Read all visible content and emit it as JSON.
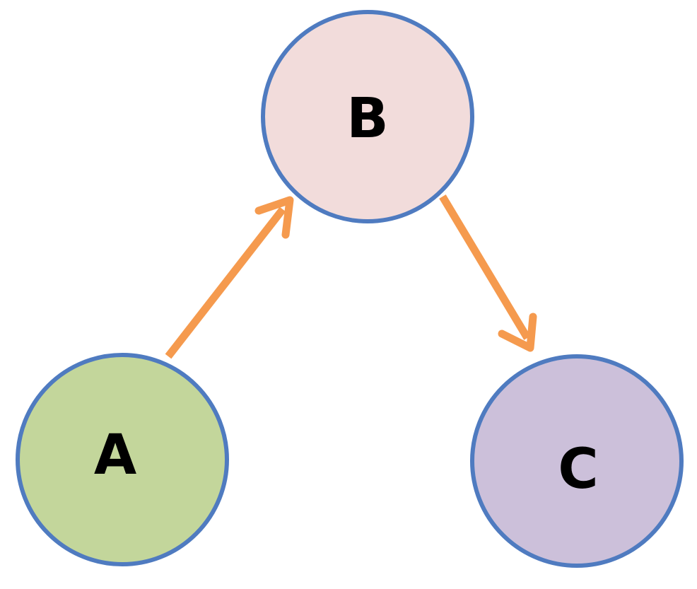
{
  "colors": {
    "node_border": "#4f7bc0",
    "edge": "#f59a4e",
    "label": "#000000"
  },
  "nodes": [
    {
      "id": "a",
      "label": "A",
      "fill": "#c3d69b"
    },
    {
      "id": "b",
      "label": "B",
      "fill": "#f2dcdb"
    },
    {
      "id": "c",
      "label": "C",
      "fill": "#ccc0da"
    }
  ],
  "edges": [
    {
      "from": "A",
      "to": "B"
    },
    {
      "from": "B",
      "to": "C"
    }
  ]
}
